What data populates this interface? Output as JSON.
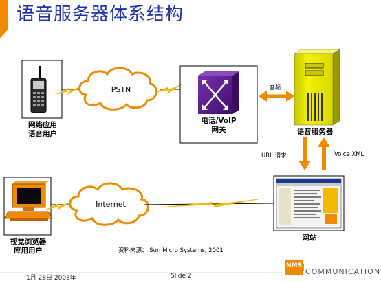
{
  "title": "语音服务器体系结构",
  "nodes": {
    "mobile_user": {
      "label_line1": "网络应用",
      "label_line2": "语音用户"
    },
    "pstn_cloud": {
      "label": "PSTN"
    },
    "gateway": {
      "label_line1": "电话/VoIP",
      "label_line2": "网关"
    },
    "voice_server": {
      "label": "语音服务器"
    },
    "browser_user": {
      "label_line1": "视觉浏览器",
      "label_line2": "应用用户"
    },
    "internet_cloud": {
      "label": "Internet"
    },
    "website": {
      "label": "网站"
    }
  },
  "edges": {
    "gateway_server_label": "音频",
    "url_request_label": "URL 请求",
    "voice_xml_label": "Voice XML"
  },
  "source_note": "资料来源： Sun Micro Systems, 2001",
  "footer": {
    "date": "1月 28日 2003年",
    "slide": "Slide 2"
  },
  "logo": {
    "mark": "NMS",
    "text": "COMMUNICATIONS"
  },
  "colors": {
    "title": "#1f33a8",
    "accent_orange": "#f08a00",
    "lightning": "#f5b800",
    "server_yellow": "#e8e800",
    "gateway_purple": "#5a1a8c"
  }
}
